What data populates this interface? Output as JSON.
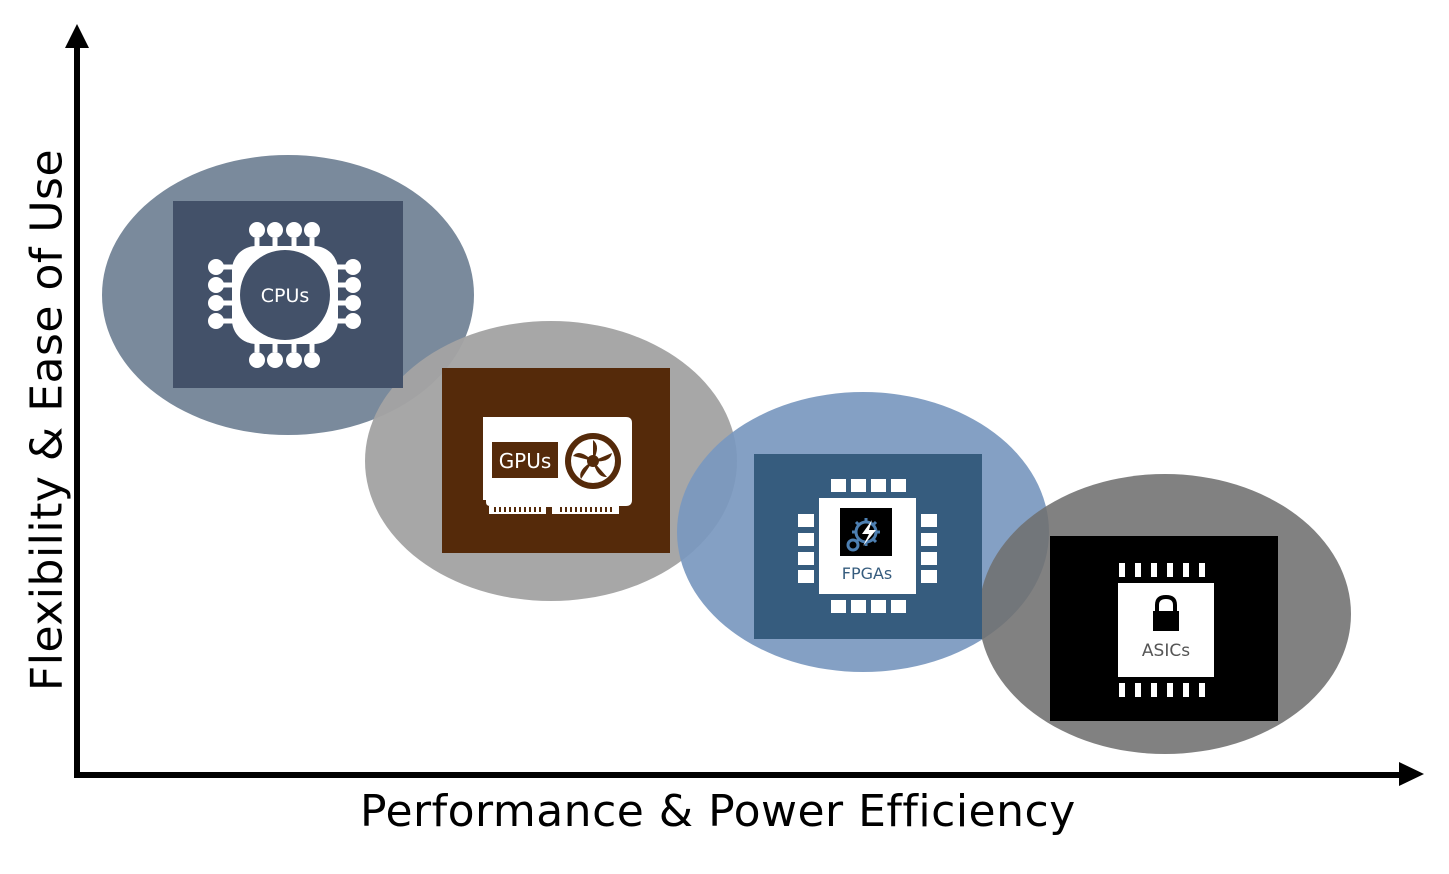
{
  "axes": {
    "x_label": "Performance & Power Efficiency",
    "y_label": "Flexibility & Ease of Use"
  },
  "items": [
    {
      "label": "CPUs",
      "icon": "cpu-chip-icon",
      "color": "#435169",
      "halo": "#7a8a9c"
    },
    {
      "label": "GPUs",
      "icon": "graphics-card-icon",
      "color": "#552a0a",
      "halo": "#a3a3a3"
    },
    {
      "label": "FPGAs",
      "icon": "fpga-chip-icon",
      "color": "#365c7e",
      "halo": "#86a3c5"
    },
    {
      "label": "ASICs",
      "icon": "asic-chip-icon",
      "color": "#000000",
      "halo": "#808080"
    }
  ]
}
